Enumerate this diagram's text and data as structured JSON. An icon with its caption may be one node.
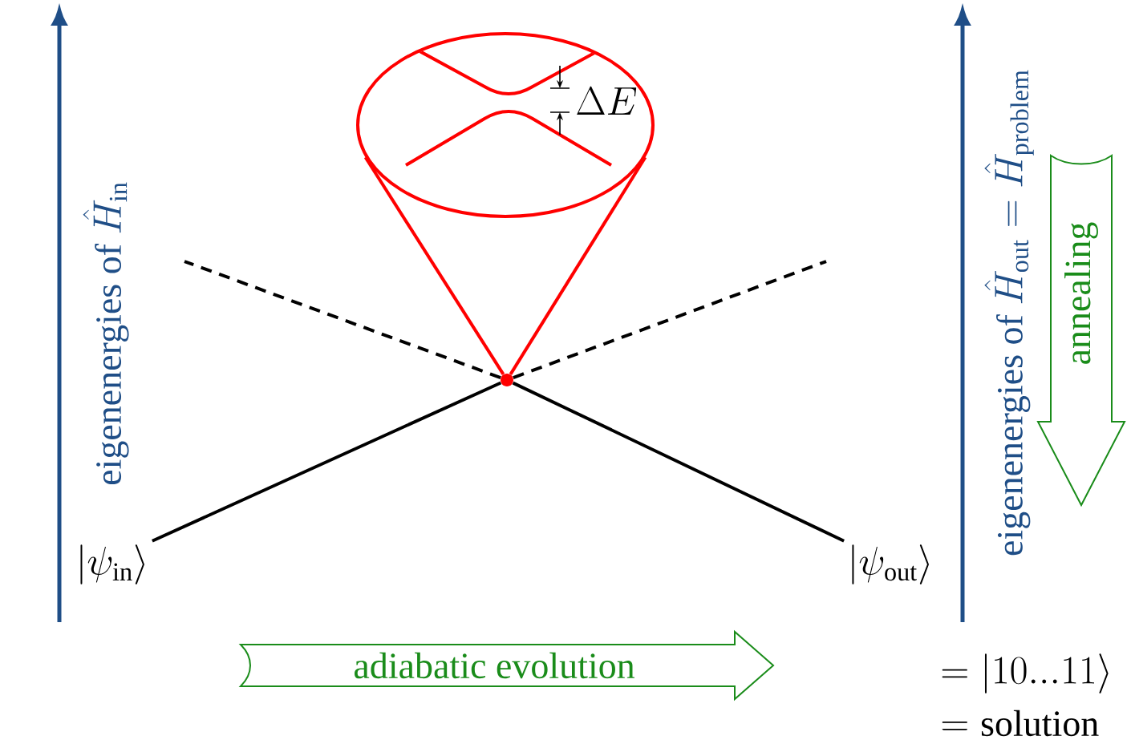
{
  "diagram": {
    "nodes": [
      {
        "text": [
          "|\\psi_\\mathrm{in}\\rangle"
        ]
      },
      {
        "text": [
          "|\\psi_\\mathrm{out}\\rangle"
        ]
      },
      {
        "text": [],
        "shape": "circle"
      },
      {
        "text": [
          "\\Delta E"
        ]
      },
      {
        "text": [
          "adiabatic evolution"
        ]
      },
      {
        "text": [
          "annealing"
        ]
      }
    ],
    "edges": [
      {
        "from": 0,
        "to": 2,
        "arrow": "none"
      },
      {
        "from": 1,
        "to": 2,
        "arrow": "none"
      },
      {
        "from": 2,
        "to": null,
        "arrow": "none",
        "style": "dashed"
      },
      {
        "from": 2,
        "to": null,
        "arrow": "none",
        "style": "dashed"
      },
      {
        "from": 2,
        "to": 3,
        "arrow": "none",
        "color": "#ff0000"
      },
      {
        "from": 2,
        "to": 3,
        "arrow": "none",
        "color": "#ff0000"
      }
    ],
    "labels": [
      "eigenenergies of",
      "\\hat{H}_\\mathrm{in}",
      "eigenenergies of",
      "\\hat{H}_\\mathrm{out} = \\hat{H}_\\mathrm{problem}",
      "= |10...11\\rangle",
      "= \\mathrm{solution}"
    ]
  }
}
